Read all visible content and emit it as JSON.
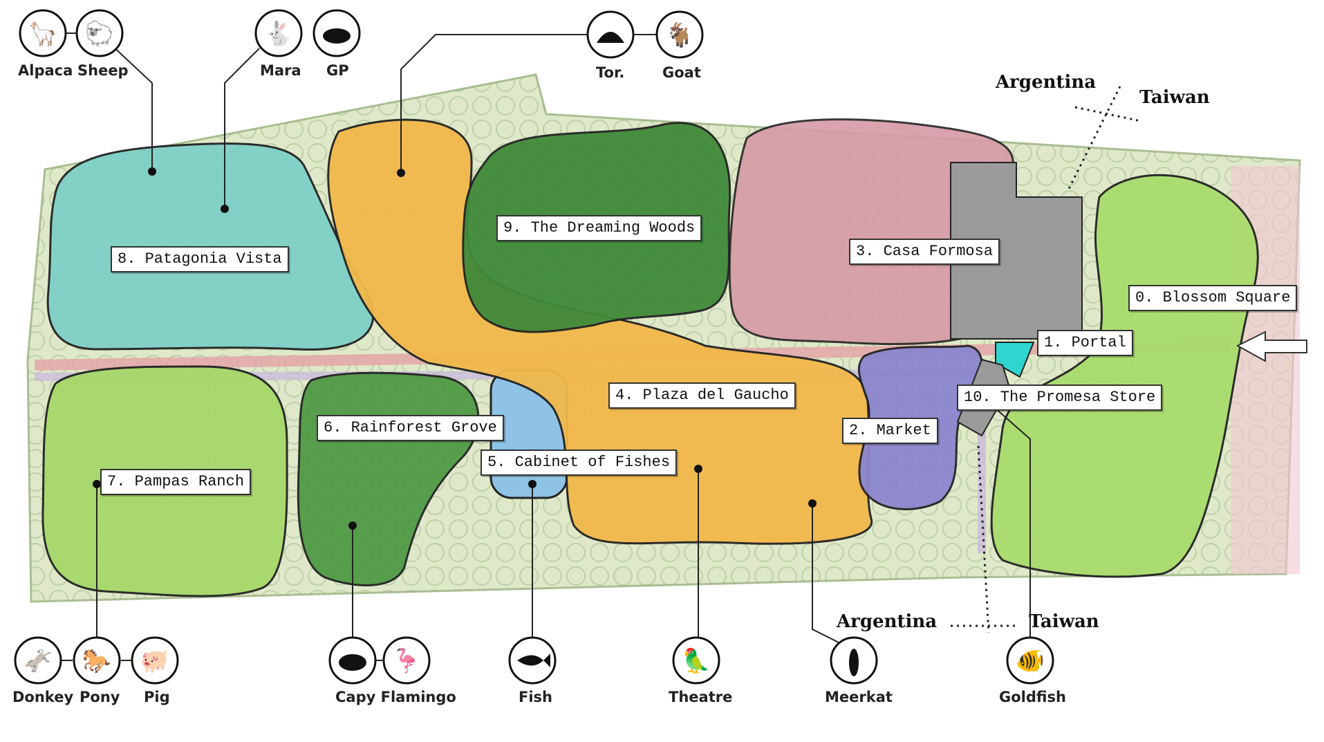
{
  "zones": [
    {
      "id": "blossom",
      "label": "0. Blossom Square"
    },
    {
      "id": "portal",
      "label": "1. Portal"
    },
    {
      "id": "market",
      "label": "2. Market"
    },
    {
      "id": "casa",
      "label": "3. Casa Formosa"
    },
    {
      "id": "plaza",
      "label": "4. Plaza del Gaucho"
    },
    {
      "id": "cabinet",
      "label": "5. Cabinet of Fishes"
    },
    {
      "id": "rainforest",
      "label": "6. Rainforest Grove"
    },
    {
      "id": "pampas",
      "label": "7. Pampas Ranch"
    },
    {
      "id": "patagonia",
      "label": "8. Patagonia Vista"
    },
    {
      "id": "dreaming",
      "label": "9. The Dreaming Woods"
    },
    {
      "id": "promesa",
      "label": "10. The Promesa Store"
    }
  ],
  "animals": {
    "alpaca": "Alpaca",
    "sheep": "Sheep",
    "mara": "Mara",
    "gp": "GP",
    "tortoise": "Tor.",
    "goat": "Goat",
    "donkey": "Donkey",
    "pony": "Pony",
    "pig": "Pig",
    "capy_flamingo": "Capy Flamingo",
    "fish": "Fish",
    "theatre": "Theatre",
    "meerkat": "Meerkat",
    "goldfish": "Goldfish"
  },
  "borders": {
    "top": {
      "left": "Argentina",
      "right": "Taiwan"
    },
    "bottom": {
      "left": "Argentina",
      "right": "Taiwan"
    }
  },
  "colors": {
    "ground": "#dfe9c9",
    "patagonia": "#7fcfc7",
    "pampas": "#a7d86a",
    "rainforest": "#4f9a45",
    "dreaming": "#3f8a3a",
    "plaza": "#f2b84b",
    "cabinet": "#8ec3e6",
    "casa": "#d79aa6",
    "market": "#8b86cf",
    "blossom": "#a9dc6d",
    "portal": "#2fd6cf",
    "building": "#9a9a9a"
  }
}
